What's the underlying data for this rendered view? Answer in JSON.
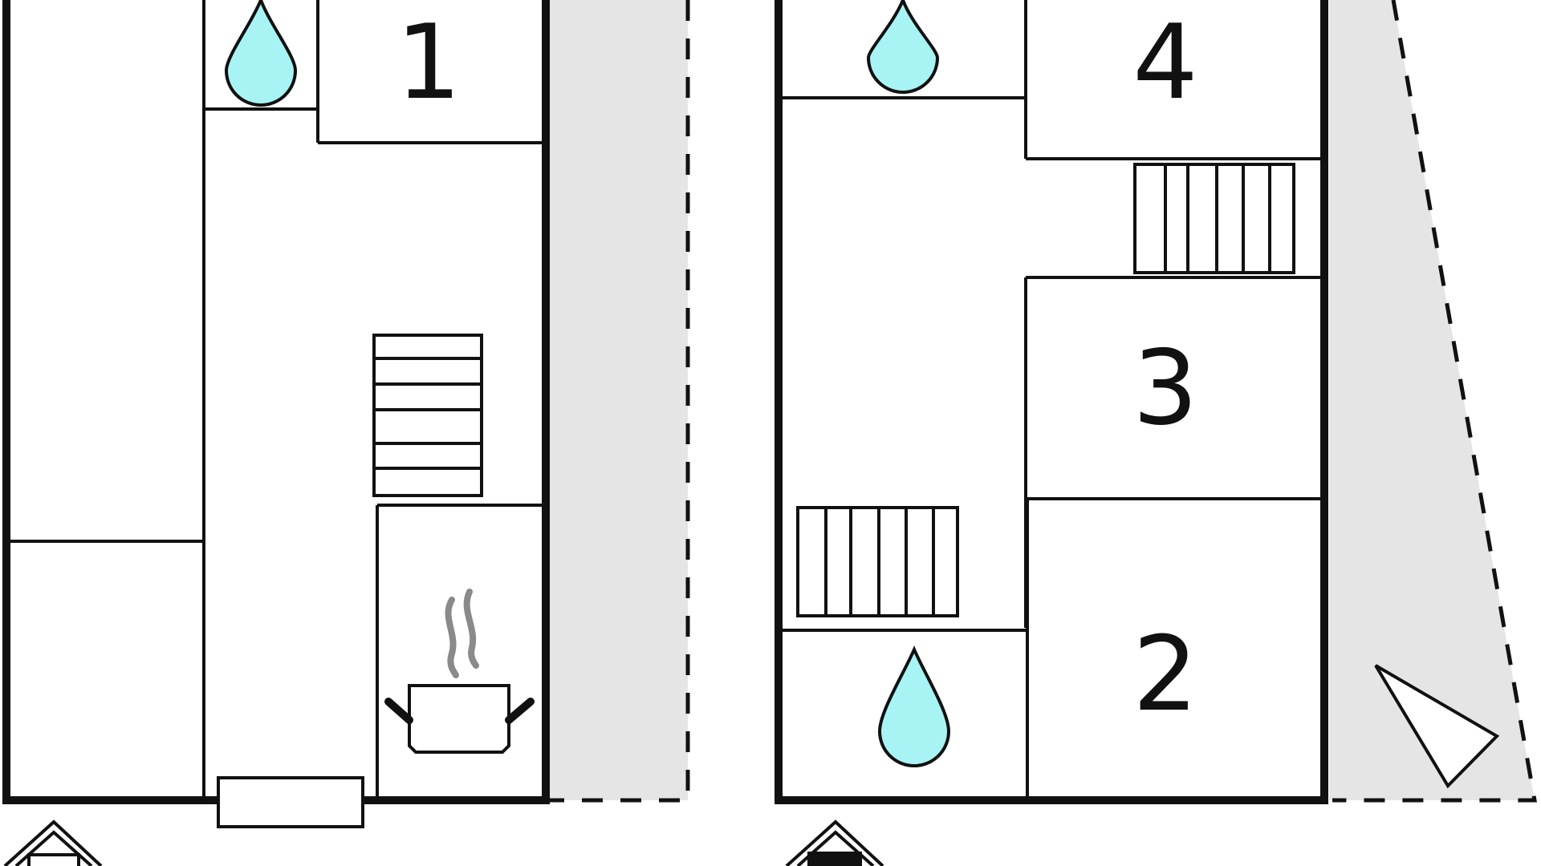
{
  "floor_plan": {
    "rooms": [
      {
        "id": "room-1",
        "label": "1"
      },
      {
        "id": "room-2",
        "label": "2"
      },
      {
        "id": "room-3",
        "label": "3"
      },
      {
        "id": "room-4",
        "label": "4"
      }
    ],
    "icons": {
      "bathroom": "water-drop-icon",
      "kitchen": "cooking-pot-icon",
      "stairs": "stairs-icon",
      "entrance": "house-icon",
      "orientation": "north-arrow-icon"
    },
    "colors": {
      "wall": "#111111",
      "water_drop": "#A8F4F4",
      "terrace": "#E5E5E5",
      "steam": "#8A8A8A"
    }
  }
}
